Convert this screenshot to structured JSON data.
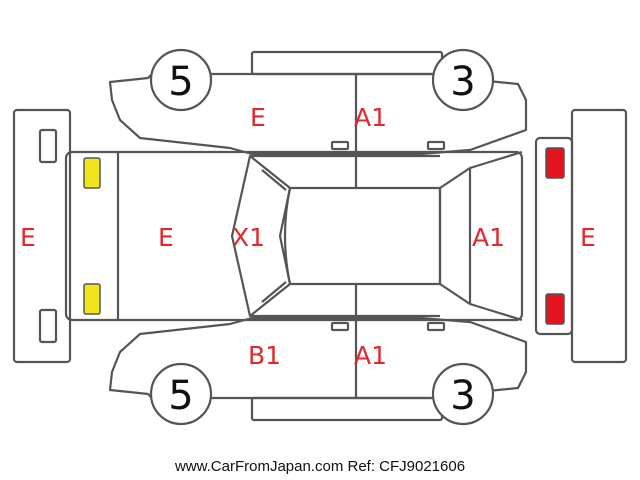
{
  "colors": {
    "damage_code": "#e0282e",
    "outline": "#555555",
    "light_yellow": "#f2e41c",
    "light_red": "#e3141e"
  },
  "wheels": {
    "front_left": "5",
    "rear_left": "3",
    "front_right": "5",
    "rear_right": "3"
  },
  "codes": {
    "front_bumper": "E",
    "hood": "E",
    "windshield": "X1",
    "left_front_door": "E",
    "left_rear_door": "A1",
    "right_front_door": "B1",
    "right_rear_door": "A1",
    "trunk": "A1",
    "rear_bumper": "E"
  },
  "footer": "www.CarFromJapan.com Ref: CFJ9021606"
}
